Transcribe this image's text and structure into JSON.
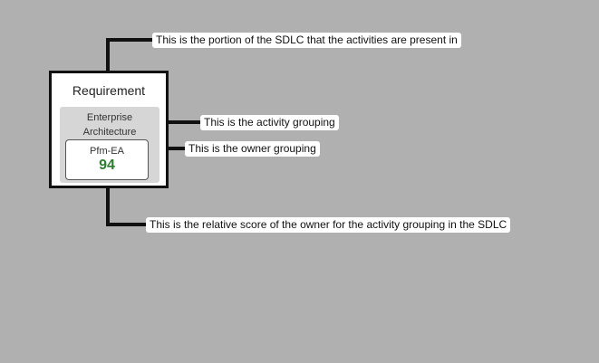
{
  "card": {
    "title": "Requirement",
    "activity_group": {
      "label_line1": "Enterprise",
      "label_line2": "Architecture"
    },
    "owner": {
      "name": "Pfm-EA",
      "score": "94"
    },
    "colors": {
      "score": "#2e7d32",
      "group_background": "#d6d6d6"
    }
  },
  "callouts": {
    "sdlc": "This is the portion of the SDLC that the activities are present in",
    "activity": "This is the activity grouping",
    "owner": "This is the owner grouping",
    "score": "This is the relative score of the owner for the activity grouping in the SDLC"
  },
  "colors": {
    "background": "#b0b0b0",
    "arrow": "#111111"
  }
}
